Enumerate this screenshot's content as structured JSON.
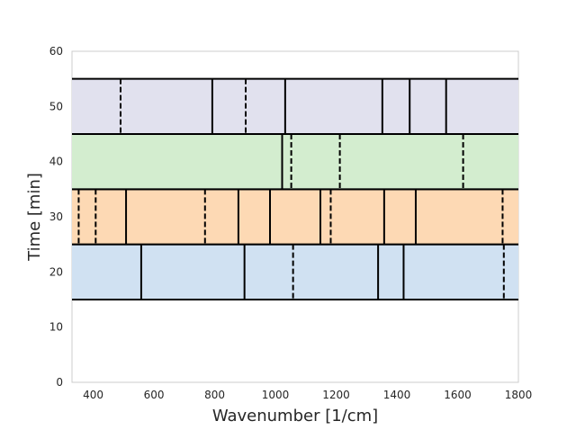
{
  "chart_data": {
    "type": "bar",
    "orientation": "horizontal-bands",
    "title": "",
    "xlabel": "Wavenumber [1/cm]",
    "ylabel": "Time [min]",
    "xlim": [
      330,
      1800
    ],
    "ylim": [
      0,
      60
    ],
    "x_ticks": [
      400,
      600,
      800,
      1000,
      1200,
      1400,
      1600,
      1800
    ],
    "y_ticks": [
      0,
      10,
      20,
      30,
      40,
      50,
      60
    ],
    "grid": false,
    "legend": "none",
    "bands": [
      {
        "y_range": [
          15,
          25
        ],
        "color": "#d0e1f2",
        "solid_lines": [
          558,
          898,
          1338,
          1422
        ],
        "dashed_lines": [
          1058,
          1752
        ]
      },
      {
        "y_range": [
          25,
          35
        ],
        "color": "#fdd9b4",
        "solid_lines": [
          508,
          878,
          982,
          1148,
          1358,
          1462
        ],
        "dashed_lines": [
          352,
          408,
          768,
          1182,
          1748
        ]
      },
      {
        "y_range": [
          35,
          45
        ],
        "color": "#d3edcf",
        "solid_lines": [
          1022
        ],
        "dashed_lines": [
          1052,
          1212,
          1618
        ]
      },
      {
        "y_range": [
          45,
          55
        ],
        "color": "#e1e1ee",
        "solid_lines": [
          792,
          1032,
          1352,
          1442,
          1562
        ],
        "dashed_lines": [
          490,
          902
        ]
      }
    ]
  }
}
